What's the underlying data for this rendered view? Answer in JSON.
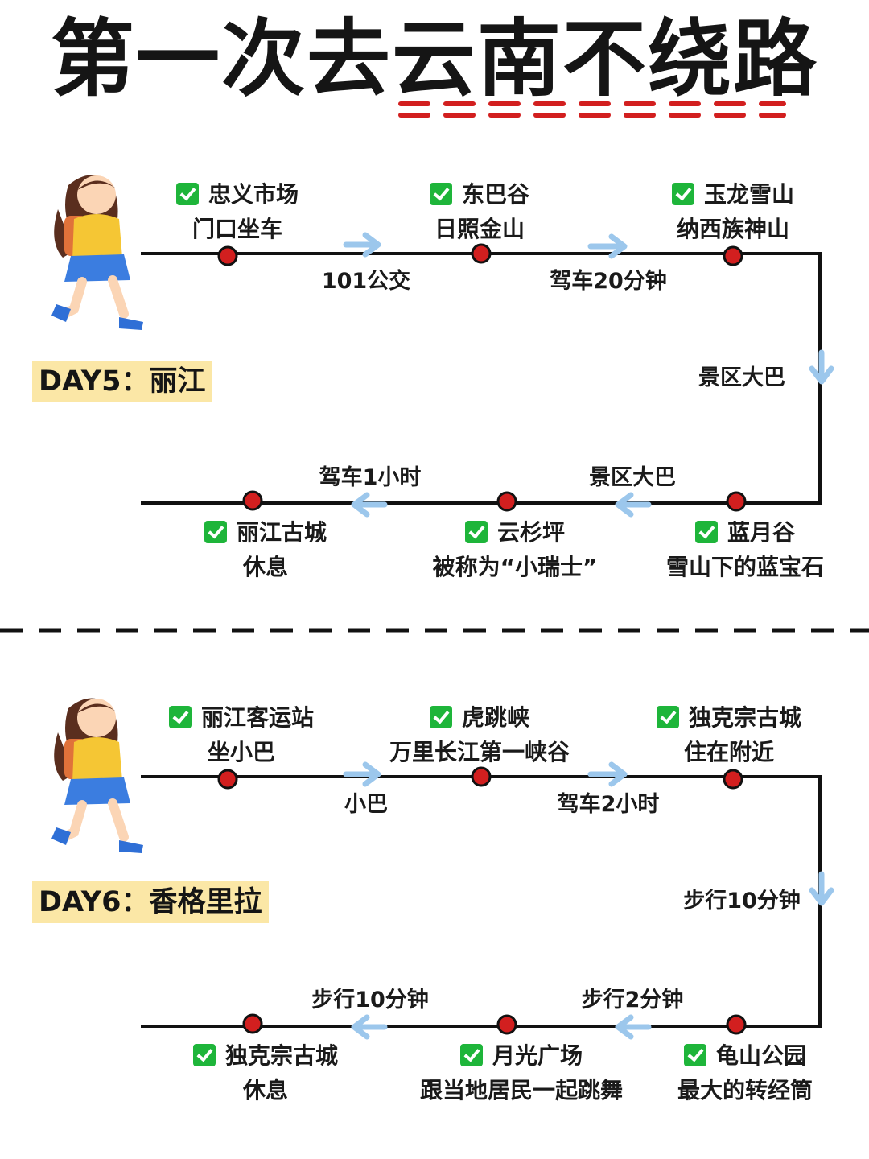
{
  "title": "第一次去云南不绕路",
  "colors": {
    "accent_red": "#d21f1f",
    "stop_dot": "#d21f1f",
    "check_green": "#1eb53a",
    "day_highlight": "#fbe7a6",
    "arrow_blue": "#b8d8f2"
  },
  "days": [
    {
      "day_label": "DAY5：丽江",
      "stops": [
        {
          "name": "忠义市场",
          "desc": "门口坐车"
        },
        {
          "name": "东巴谷",
          "desc": "日照金山"
        },
        {
          "name": "玉龙雪山",
          "desc": "纳西族神山"
        },
        {
          "name": "蓝月谷",
          "desc": "雪山下的蓝宝石"
        },
        {
          "name": "云杉坪",
          "desc": "被称为“小瑞士”"
        },
        {
          "name": "丽江古城",
          "desc": "休息"
        }
      ],
      "transports": [
        "101公交",
        "驾车20分钟",
        "景区大巴",
        "景区大巴",
        "驾车1小时"
      ]
    },
    {
      "day_label": "DAY6：香格里拉",
      "stops": [
        {
          "name": "丽江客运站",
          "desc": "坐小巴"
        },
        {
          "name": "虎跳峡",
          "desc": "万里长江第一峡谷"
        },
        {
          "name": "独克宗古城",
          "desc": "住在附近"
        },
        {
          "name": "龟山公园",
          "desc": "最大的转经筒"
        },
        {
          "name": "月光广场",
          "desc": "跟当地居民一起跳舞"
        },
        {
          "name": "独克宗古城",
          "desc": "休息"
        }
      ],
      "transports": [
        "小巴",
        "驾车2小时",
        "步行10分钟",
        "步行2分钟",
        "步行10分钟"
      ]
    }
  ]
}
